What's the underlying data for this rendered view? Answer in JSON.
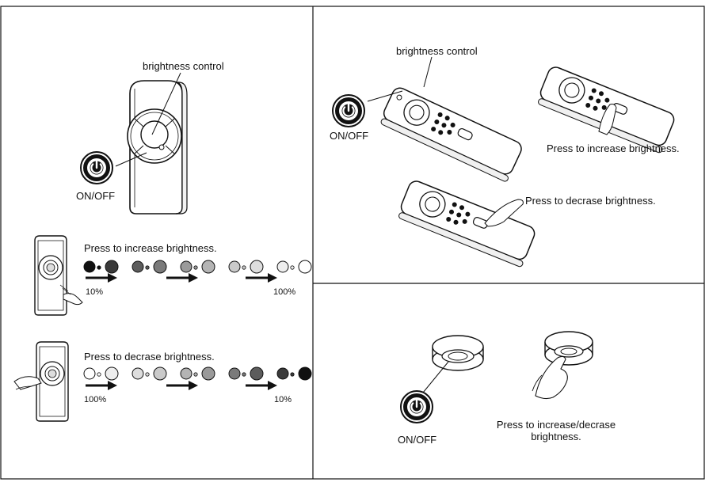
{
  "colors": {
    "ink": "#111111",
    "scale": [
      "#111111",
      "#3a3a3a",
      "#5c5c5c",
      "#7a7a7a",
      "#9a9a9a",
      "#b4b4b4",
      "#cacaca",
      "#dddddd",
      "#eeeeee",
      "#ffffff"
    ]
  },
  "panel_a": {
    "brightness_label": "brightness control",
    "onoff_label": "ON/OFF",
    "increase_label": "Press to increase brightness.",
    "increase_start": "10%",
    "increase_end": "100%",
    "decrease_label": "Press to decrase brightness.",
    "decrease_start": "100%",
    "decrease_end": "10%"
  },
  "panel_b": {
    "brightness_label": "brightness control",
    "onoff_label": "ON/OFF",
    "increase_label": "Press to increase brightness.",
    "decrease_label": "Press to decrase brightness."
  },
  "panel_c": {
    "onoff_label": "ON/OFF",
    "press_label_line1": "Press to increase/decrase",
    "press_label_line2": "brightness."
  }
}
